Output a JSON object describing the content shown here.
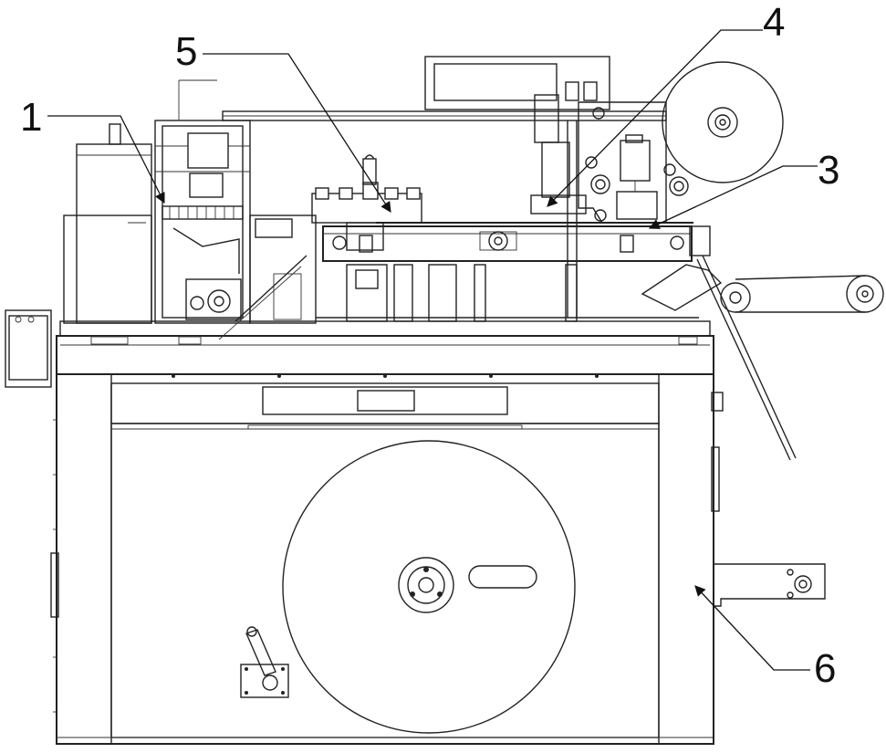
{
  "callouts": [
    {
      "id": "1",
      "text": "1"
    },
    {
      "id": "3",
      "text": "3"
    },
    {
      "id": "4",
      "text": "4"
    },
    {
      "id": "5",
      "text": "5"
    },
    {
      "id": "6",
      "text": "6"
    }
  ]
}
